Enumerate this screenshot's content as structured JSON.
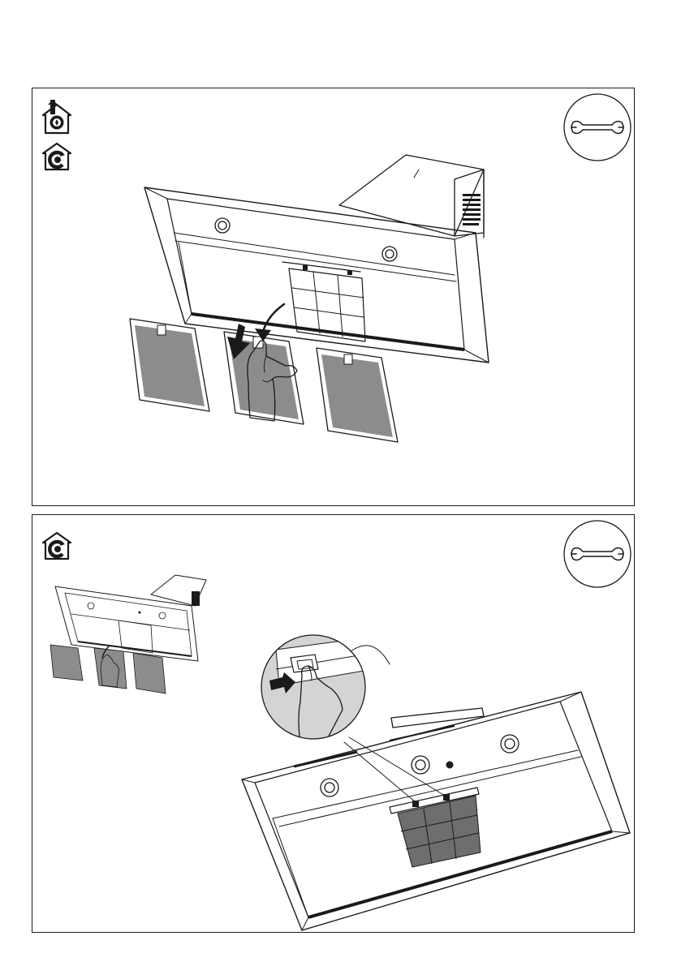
{
  "document": {
    "type": "installation-illustration",
    "panels": [
      {
        "id": "panel-1",
        "mode_icons": [
          "ducted-extraction-house-icon",
          "recirculation-house-icon"
        ],
        "tool_icon": "wrench-icon",
        "scene": "hood-grease-filter-removal"
      },
      {
        "id": "panel-2",
        "mode_icons": [
          "recirculation-house-icon"
        ],
        "tool_icon": "wrench-icon",
        "scene": "carbon-filter-clip-detail"
      }
    ],
    "colors": {
      "line": "#1a1a1a",
      "filter_mesh": "#8c8c8c",
      "carbon_filter": "#6e6e6e",
      "detail_bg": "#d4d4d4",
      "hood_fill": "#ffffff"
    }
  }
}
